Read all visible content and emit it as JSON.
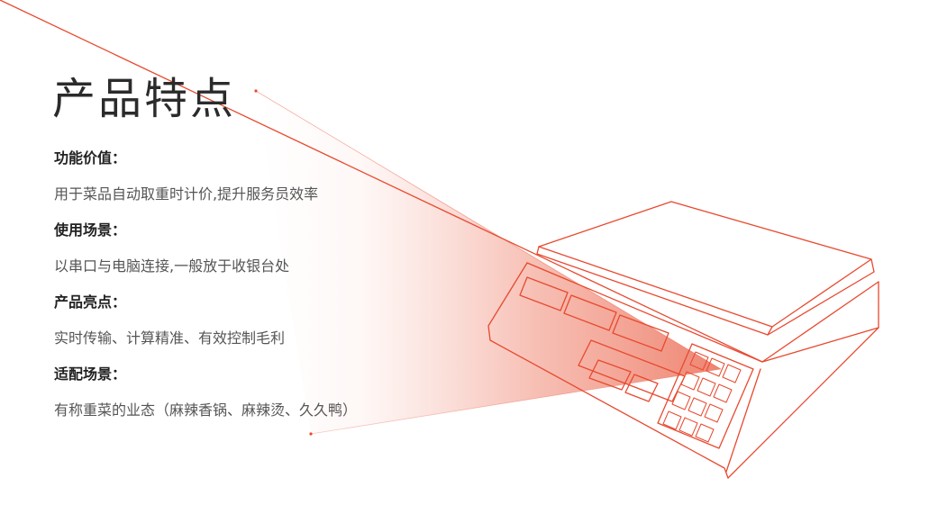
{
  "title": "产品特点",
  "sections": [
    {
      "heading": "功能价值：",
      "text": "用于菜品自动取重时计价,提升服务员效率"
    },
    {
      "heading": "使用场景：",
      "text": "以串口与电脑连接,一般放于收银台处"
    },
    {
      "heading": "产品亮点：",
      "text": "实时传输、计算精准、有效控制毛利"
    },
    {
      "heading": "适配场景：",
      "text": "有称重菜的业态（麻辣香锅、麻辣烫、久久鸭）"
    }
  ],
  "colors": {
    "accent": "#e8492f",
    "beam": "#f4a08f",
    "heading": "#222222",
    "body": "#555555"
  },
  "icons": {
    "illustration": "price-scale-line-drawing"
  }
}
